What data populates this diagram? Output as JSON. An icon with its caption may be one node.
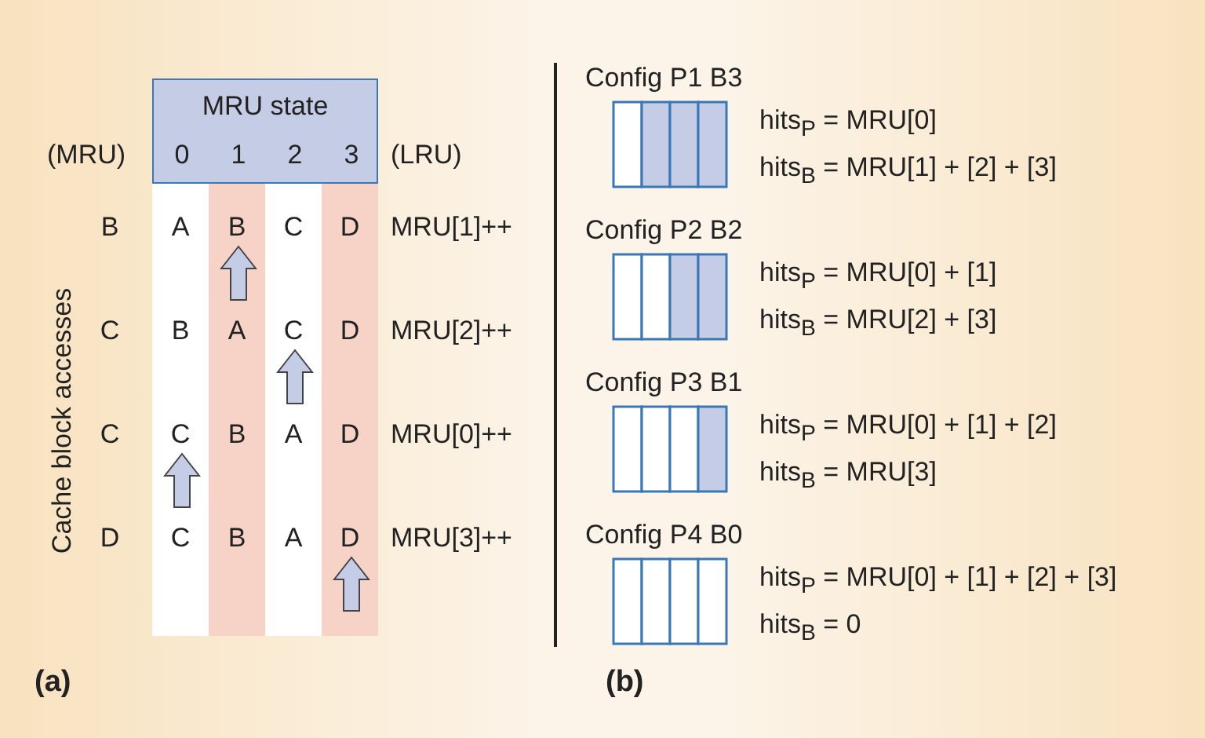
{
  "diagram": {
    "nodes": [
      {
        "text": [
          "MRU state",
          "0",
          "1",
          "2",
          "3"
        ]
      }
    ],
    "labels": [
      "(MRU)",
      "(LRU)",
      "B",
      "A",
      "B",
      "C",
      "D",
      "MRU[1]++",
      "C",
      "B",
      "A",
      "C",
      "D",
      "MRU[2]++",
      "C",
      "C",
      "B",
      "A",
      "D",
      "MRU[0]++",
      "D",
      "C",
      "B",
      "A",
      "D",
      "MRU[3]++",
      "Cache block accesses",
      "(a)",
      "Config P1 B3",
      "hits$_{P}$ = MRU[0]",
      "hits$_{B}$ = MRU[1] + [2] + [3]",
      "Config P2 B2",
      "hits$_{P}$ = MRU[0] + [1]",
      "hits$_{B}$ = MRU[2] + [3]",
      "Config P3 B1",
      "hits$_{P}$ = MRU[0] + [1] + [2]",
      "hits$_{B}$ = MRU[3]",
      "Config P4 B0",
      "hits$_{P}$ = MRU[0] + [1] + [2] + [3]",
      "hits$_{B}$ = 0",
      "(b)"
    ]
  }
}
